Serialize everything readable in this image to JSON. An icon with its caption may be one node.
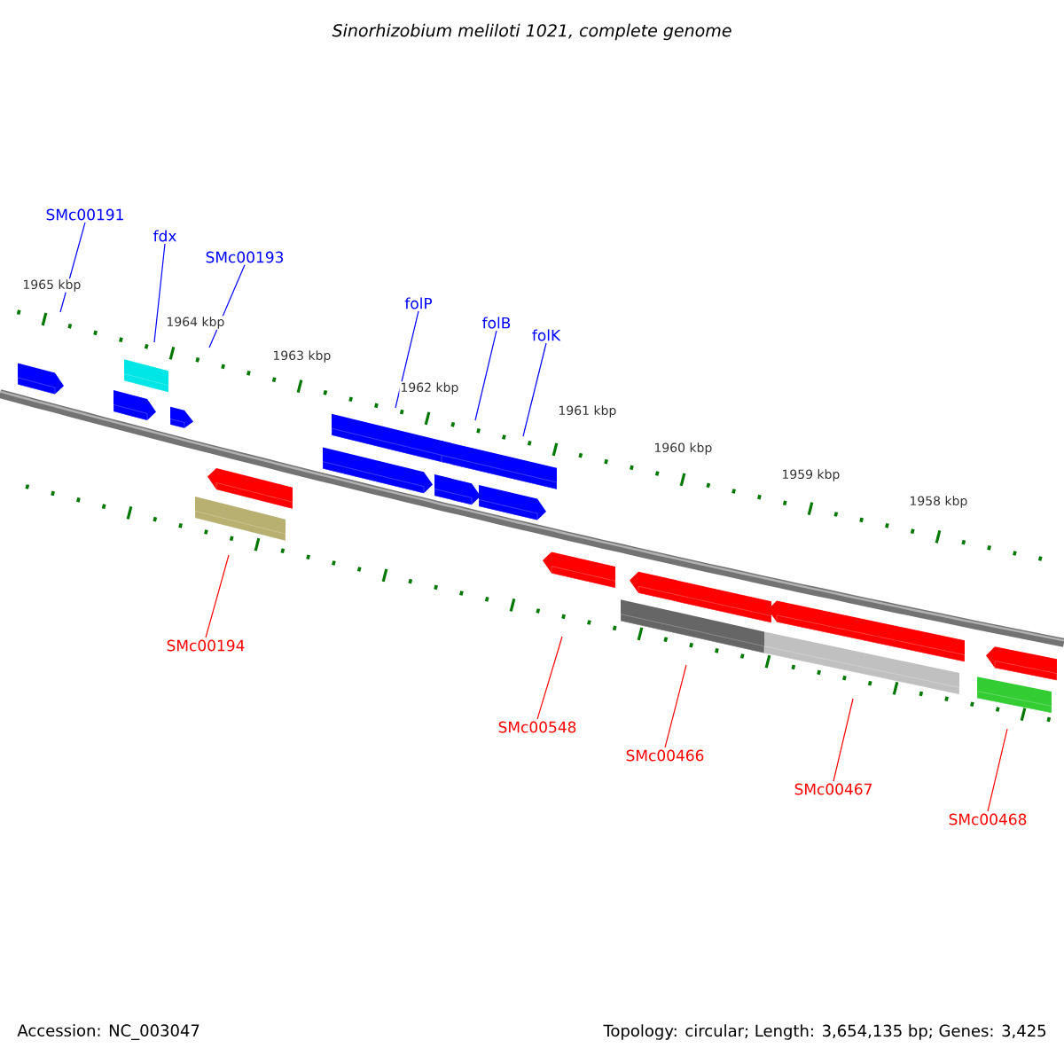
{
  "diagram": {
    "title": "Sinorhizobium meliloti 1021, complete genome",
    "nodes": [
      {
        "text": [
          "SMc00191"
        ]
      },
      {
        "text": [
          "fdx"
        ]
      },
      {
        "text": [
          "SMc00193"
        ]
      },
      {
        "text": [
          "folP"
        ]
      },
      {
        "text": [
          "folB"
        ]
      },
      {
        "text": [
          "folK"
        ]
      },
      {
        "text": [
          "SMc00194"
        ]
      },
      {
        "text": [
          "SMc00548"
        ]
      },
      {
        "text": [
          "SMc00466"
        ]
      },
      {
        "text": [
          "SMc00467"
        ]
      },
      {
        "text": [
          "SMc00468"
        ]
      }
    ],
    "edges": [
      {
        "from": 0,
        "to": null,
        "arrow": "none"
      },
      {
        "from": 1,
        "to": null,
        "arrow": "none"
      },
      {
        "from": 2,
        "to": null,
        "arrow": "none"
      },
      {
        "from": 3,
        "to": null,
        "arrow": "none"
      },
      {
        "from": 4,
        "to": null,
        "arrow": "none"
      },
      {
        "from": 5,
        "to": null,
        "arrow": "none"
      },
      {
        "from": 6,
        "to": null,
        "arrow": "none",
        "color": "#ff0000"
      },
      {
        "from": 7,
        "to": null,
        "arrow": "none",
        "color": "#ff0000"
      },
      {
        "from": 8,
        "to": null,
        "arrow": "none",
        "color": "#ff0000"
      },
      {
        "from": 9,
        "to": null,
        "arrow": "none",
        "color": "#ff0000"
      },
      {
        "from": 10,
        "to": null,
        "arrow": "none",
        "color": "#ff0000"
      }
    ],
    "labels": [
      "1965 kbp",
      "1964 kbp",
      "1963 kbp",
      "1962 kbp",
      "1961 kbp",
      "1960 kbp",
      "1959 kbp",
      "1958 kbp",
      "Accession: NC_003047",
      "Topology: circular; Length: 3,654,135 bp; Genes: 3,425"
    ]
  }
}
